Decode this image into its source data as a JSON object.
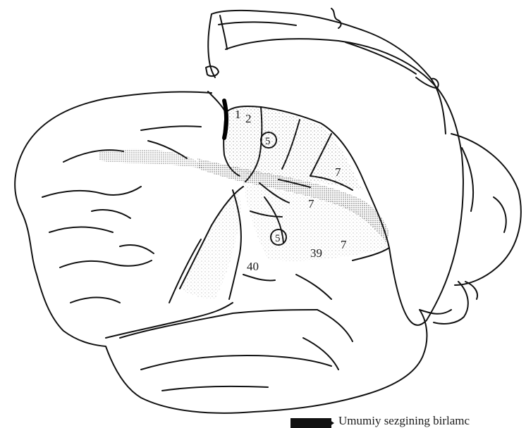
{
  "figure": {
    "area_labels": {
      "a1": "1",
      "a2": "2",
      "a5_upper": "5",
      "a7_upper": "7",
      "a7_mid": "7",
      "a5_lower": "5",
      "a39": "39",
      "a7_lower": "7",
      "a40": "40"
    },
    "legend": {
      "text": "Umumiy sezgining birlamc"
    }
  }
}
